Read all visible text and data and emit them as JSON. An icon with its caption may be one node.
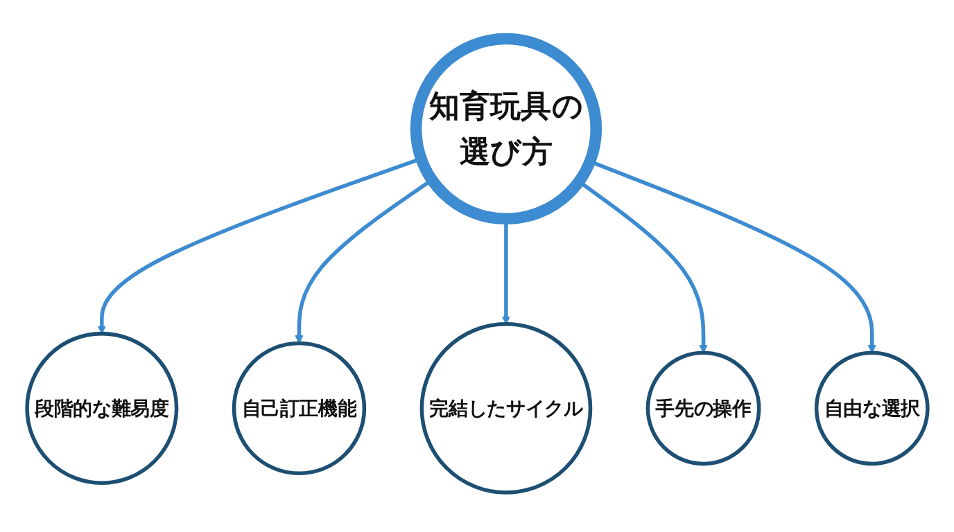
{
  "diagram": {
    "nodes": [
      {
        "text": [
          "知育玩具の選び方"
        ]
      },
      {
        "text": [
          "段階的な難易度"
        ]
      },
      {
        "text": [
          "自己訂正機能"
        ]
      },
      {
        "text": [
          "完結したサイクル"
        ]
      },
      {
        "text": [
          "手先の操作"
        ]
      },
      {
        "text": [
          "自由な選択"
        ]
      }
    ],
    "edges": [
      {
        "from": 0,
        "to": 1,
        "arrow": "to"
      },
      {
        "from": 0,
        "to": 2,
        "arrow": "to"
      },
      {
        "from": 0,
        "to": 3,
        "arrow": "to"
      },
      {
        "from": 0,
        "to": 4,
        "arrow": "to"
      },
      {
        "from": 0,
        "to": 5,
        "arrow": "to"
      }
    ]
  }
}
